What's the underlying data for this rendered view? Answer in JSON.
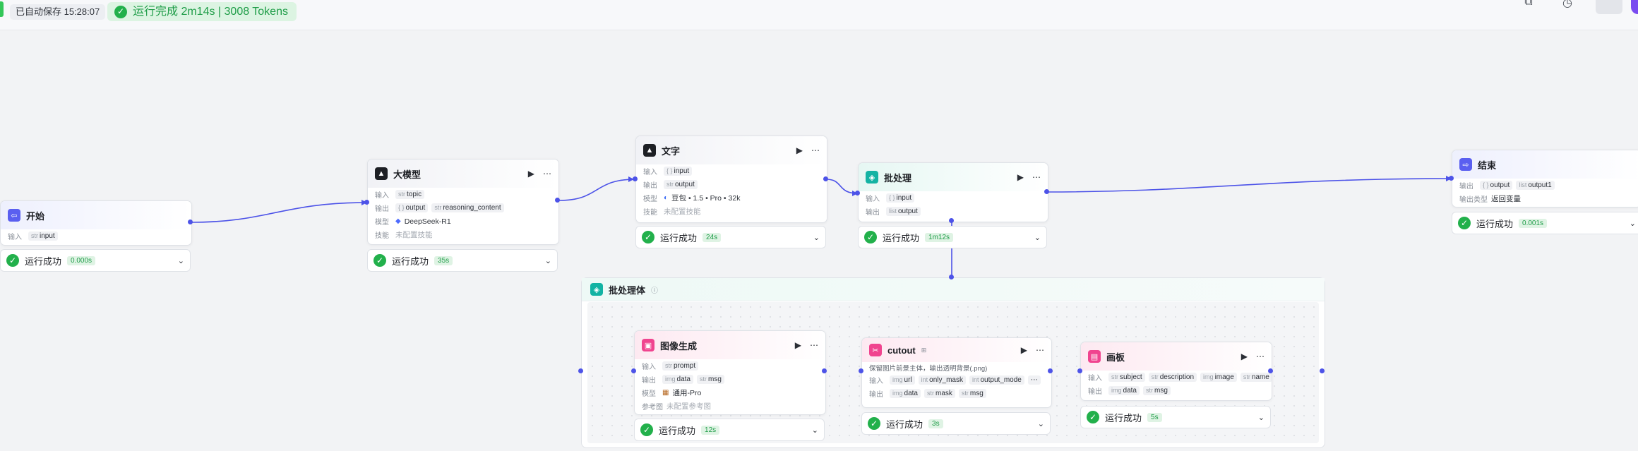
{
  "topbar": {
    "autosave": "已自动保存 15:28:07",
    "run_status": "运行完成 2m14s | 3008 Tokens"
  },
  "nodes": {
    "start": {
      "title": "开始",
      "in_label": "输入",
      "in_type": "str",
      "in_name": "input",
      "status": "运行成功",
      "time": "0.000s"
    },
    "llm": {
      "title": "大模型",
      "in_label": "输入",
      "in_type": "str",
      "in_name": "topic",
      "out_label": "输出",
      "out1_type": "{ }",
      "out1_name": "output",
      "out2_type": "str",
      "out2_name": "reasoning_content",
      "model_label": "模型",
      "model_name": "DeepSeek-R1",
      "skill_label": "技能",
      "skill_value": "未配置技能",
      "status": "运行成功",
      "time": "35s"
    },
    "text": {
      "title": "文字",
      "in_label": "输入",
      "in_type": "{ }",
      "in_name": "input",
      "out_label": "输出",
      "out_type": "str",
      "out_name": "output",
      "model_label": "模型",
      "model_name": "豆包 • 1.5 • Pro • 32k",
      "skill_label": "技能",
      "skill_value": "未配置技能",
      "status": "运行成功",
      "time": "24s"
    },
    "batch": {
      "title": "批处理",
      "in_label": "输入",
      "in_type": "{ }",
      "in_name": "input",
      "out_label": "输出",
      "out_type": "list",
      "out_name": "output",
      "status": "运行成功",
      "time": "1m12s"
    },
    "end": {
      "title": "结束",
      "out_label": "输出",
      "out1_type": "{ }",
      "out1_name": "output",
      "out2_type": "list",
      "out2_name": "output1",
      "otype_label": "输出类型",
      "otype_value": "返回变量",
      "status": "运行成功",
      "time": "0.001s"
    },
    "imagegen": {
      "title": "图像生成",
      "in_label": "输入",
      "in_type": "str",
      "in_name": "prompt",
      "out_label": "输出",
      "out1_type": "img",
      "out1_name": "data",
      "out2_type": "str",
      "out2_name": "msg",
      "model_label": "模型",
      "model_name": "通用-Pro",
      "ref_label": "参考图",
      "ref_value": "未配置参考图",
      "status": "运行成功",
      "time": "12s"
    },
    "cutout": {
      "title": "cutout",
      "desc": "保留图片前景主体，输出透明背景(.png)",
      "in_label": "输入",
      "in1_type": "img",
      "in1_name": "url",
      "in2_type": "int",
      "in2_name": "only_mask",
      "in3_type": "int",
      "in3_name": "output_mode",
      "out_label": "输出",
      "out1_type": "img",
      "out1_name": "data",
      "out2_type": "str",
      "out2_name": "mask",
      "out3_type": "str",
      "out3_name": "msg",
      "status": "运行成功",
      "time": "3s"
    },
    "canvas": {
      "title": "画板",
      "in_label": "输入",
      "in1_type": "str",
      "in1_name": "subject",
      "in2_type": "str",
      "in2_name": "description",
      "in3_type": "img",
      "in3_name": "image",
      "in4_type": "str",
      "in4_name": "name",
      "out_label": "输出",
      "out1_type": "img",
      "out1_name": "data",
      "out2_type": "str",
      "out2_name": "msg",
      "status": "运行成功",
      "time": "5s"
    }
  },
  "batch_body": {
    "title": "批处理体"
  },
  "icons": {
    "success": "check-circle-icon",
    "run": "play-icon",
    "more": "more-icon",
    "expand": "chevron-down-icon"
  },
  "colors": {
    "edge": "#4d53e8",
    "success": "#22b04b",
    "start_icon": "#5a5ff0",
    "llm_icon": "#1d1f24",
    "batch_icon": "#13b3a3",
    "imagegen_icon": "#f0448f",
    "end_icon": "#5a5ff0"
  }
}
